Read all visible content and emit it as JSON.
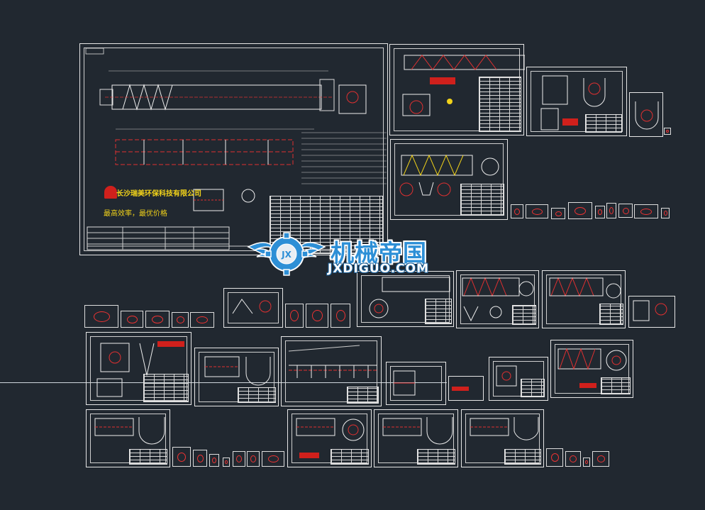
{
  "watermark": {
    "title": "机械帝国",
    "subtitle": "JXDIGUO.COM",
    "emblem_letters": "JX",
    "colors": {
      "title": "#2d8fd6",
      "emblem": "#2d8fd6",
      "outline": "#ffffff"
    }
  },
  "main_drawing": {
    "company_name": "长沙瑞美环保科技有限公司",
    "slogan": "最高效率，最优价格"
  },
  "colors": {
    "background": "#212830",
    "line": "#e6e6e6",
    "centerline": "#e03030",
    "logo_red": "#d0201c",
    "logo_yellow": "#f1d21a"
  }
}
